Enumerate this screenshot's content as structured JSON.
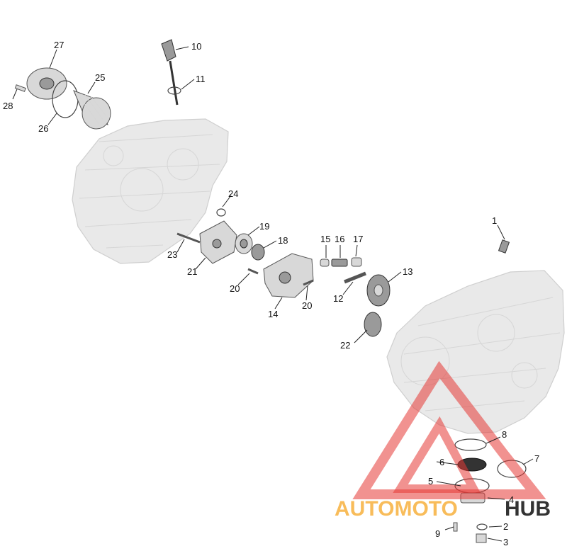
{
  "diagram": {
    "callouts": [
      {
        "id": "1",
        "label": "1"
      },
      {
        "id": "2",
        "label": "2"
      },
      {
        "id": "3",
        "label": "3"
      },
      {
        "id": "4",
        "label": "4"
      },
      {
        "id": "5",
        "label": "5"
      },
      {
        "id": "6",
        "label": "6"
      },
      {
        "id": "7",
        "label": "7"
      },
      {
        "id": "8",
        "label": "8"
      },
      {
        "id": "9",
        "label": "9"
      },
      {
        "id": "10",
        "label": "10"
      },
      {
        "id": "11",
        "label": "11"
      },
      {
        "id": "12",
        "label": "12"
      },
      {
        "id": "13",
        "label": "13"
      },
      {
        "id": "14",
        "label": "14"
      },
      {
        "id": "15",
        "label": "15"
      },
      {
        "id": "16",
        "label": "16"
      },
      {
        "id": "17",
        "label": "17"
      },
      {
        "id": "18",
        "label": "18"
      },
      {
        "id": "19",
        "label": "19"
      },
      {
        "id": "20a",
        "label": "20"
      },
      {
        "id": "20b",
        "label": "20"
      },
      {
        "id": "21",
        "label": "21"
      },
      {
        "id": "22",
        "label": "22"
      },
      {
        "id": "23",
        "label": "23"
      },
      {
        "id": "24",
        "label": "24"
      },
      {
        "id": "25",
        "label": "25"
      },
      {
        "id": "26",
        "label": "26"
      },
      {
        "id": "27",
        "label": "27"
      },
      {
        "id": "28",
        "label": "28"
      }
    ],
    "watermark": {
      "text_part1": "AUTOMOTO",
      "text_part2": "HUB",
      "color_red": "#e53935",
      "color_orange": "#f5a623",
      "color_dark": "#333333"
    }
  }
}
